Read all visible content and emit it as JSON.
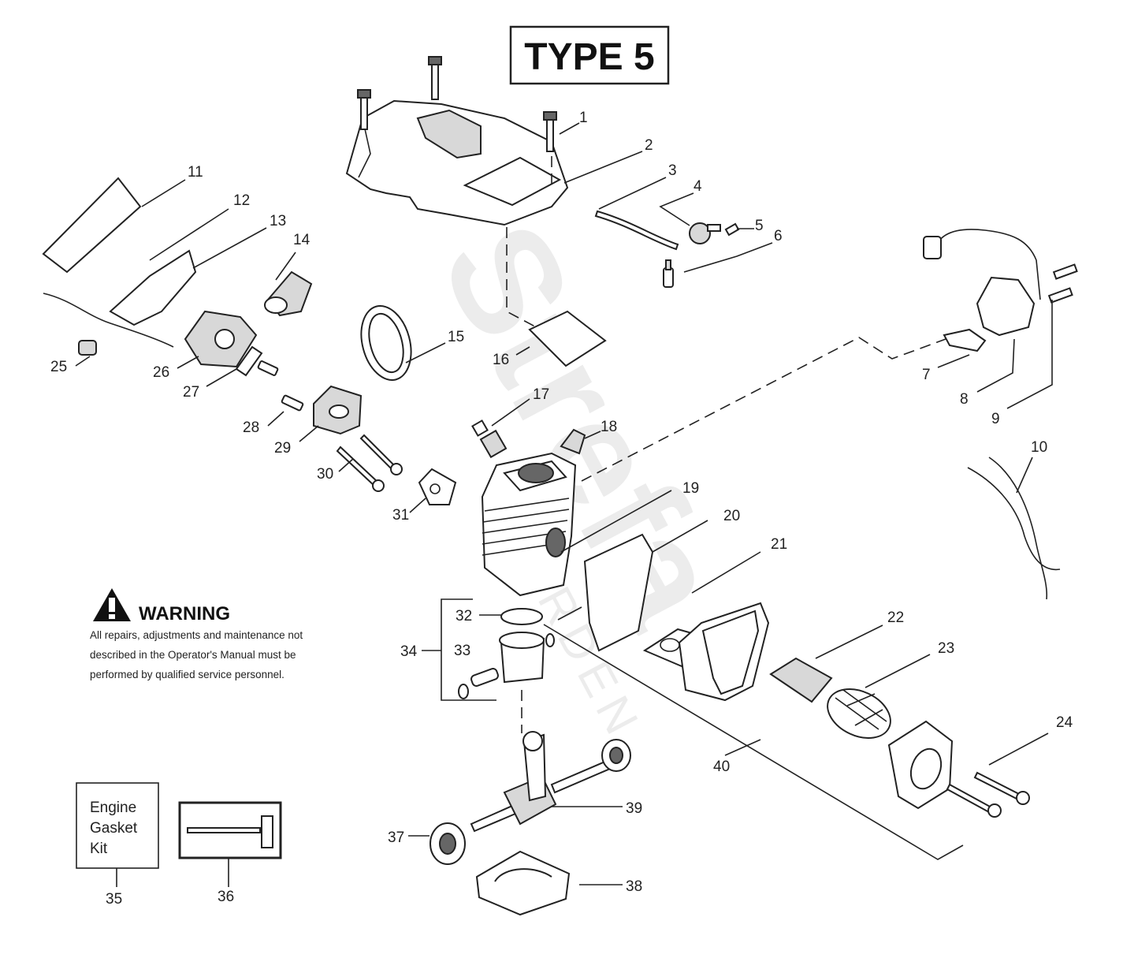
{
  "title": "TYPE 5",
  "watermark": {
    "brand": "Strefa",
    "sub": "GARDEN"
  },
  "warning": {
    "heading": "WARNING",
    "lines": [
      "All repairs, adjustments and maintenance not",
      "described in the Operator's Manual must be",
      "performed by qualified service personnel."
    ]
  },
  "kit": {
    "lines": [
      "Engine",
      "Gasket",
      "Kit"
    ]
  },
  "callouts": [
    "1",
    "2",
    "3",
    "4",
    "5",
    "6",
    "7",
    "8",
    "9",
    "10",
    "11",
    "12",
    "13",
    "14",
    "15",
    "16",
    "17",
    "18",
    "19",
    "20",
    "21",
    "22",
    "23",
    "24",
    "25",
    "26",
    "27",
    "28",
    "29",
    "30",
    "31",
    "32",
    "33",
    "34",
    "35",
    "36",
    "37",
    "38",
    "39",
    "40"
  ]
}
